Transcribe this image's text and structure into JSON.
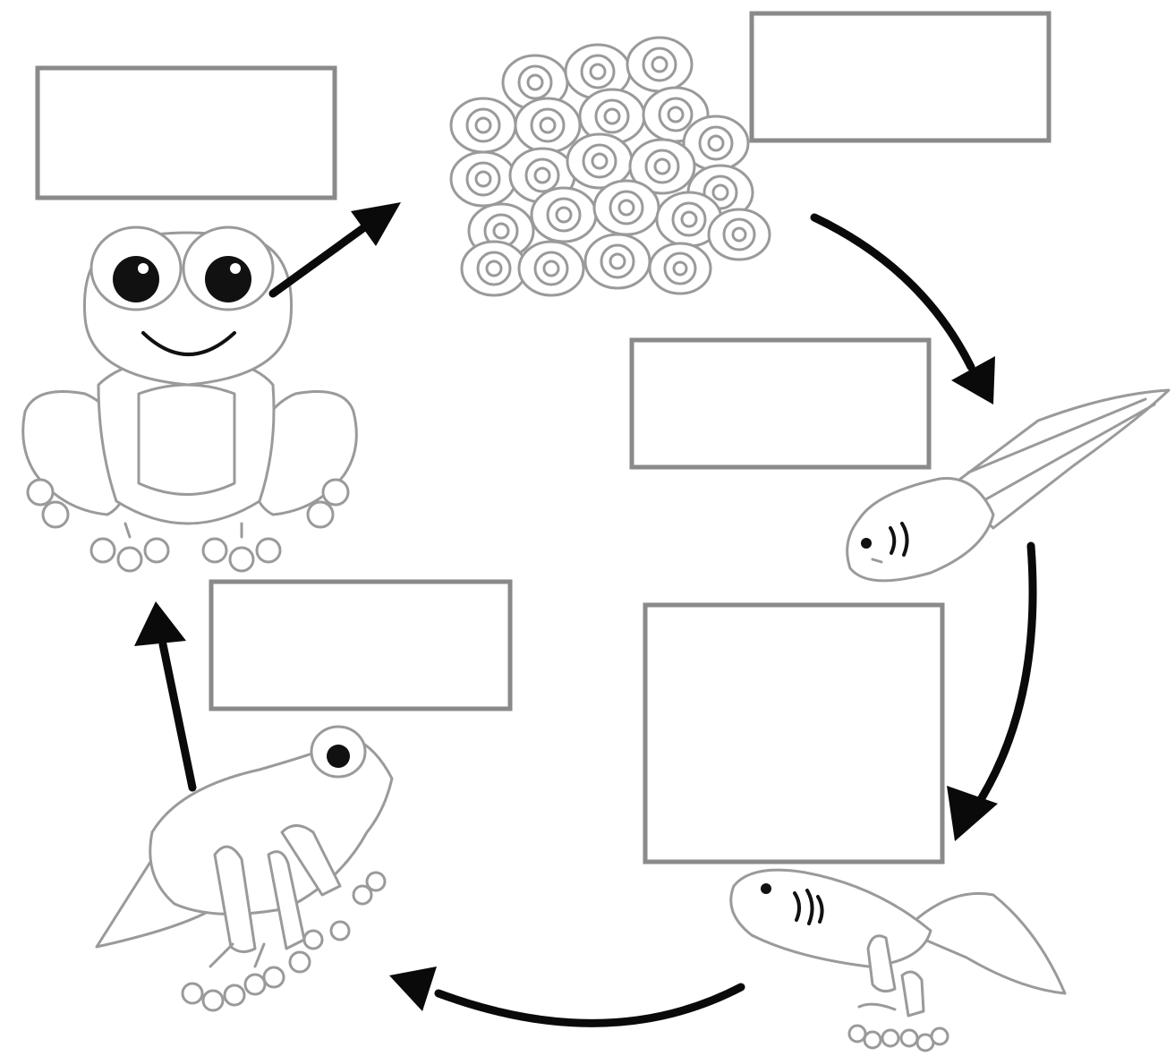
{
  "colors": {
    "background": "#ffffff",
    "box_border": "#8a8a8a",
    "outline": "#9a9a9a",
    "arrow": "#0a0a0a"
  },
  "stages": [
    {
      "id": "eggs",
      "icon": "frog-spawn-icon",
      "label": ""
    },
    {
      "id": "tadpole",
      "icon": "tadpole-icon",
      "label": ""
    },
    {
      "id": "tadpole-with-legs",
      "icon": "tadpole-with-legs-icon",
      "label": ""
    },
    {
      "id": "froglet",
      "icon": "froglet-icon",
      "label": ""
    },
    {
      "id": "adult-frog",
      "icon": "adult-frog-icon",
      "label": ""
    }
  ],
  "arrows": [
    {
      "from": "adult-frog",
      "to": "eggs"
    },
    {
      "from": "eggs",
      "to": "tadpole"
    },
    {
      "from": "tadpole",
      "to": "tadpole-with-legs"
    },
    {
      "from": "tadpole-with-legs",
      "to": "froglet"
    },
    {
      "from": "froglet",
      "to": "adult-frog"
    }
  ]
}
